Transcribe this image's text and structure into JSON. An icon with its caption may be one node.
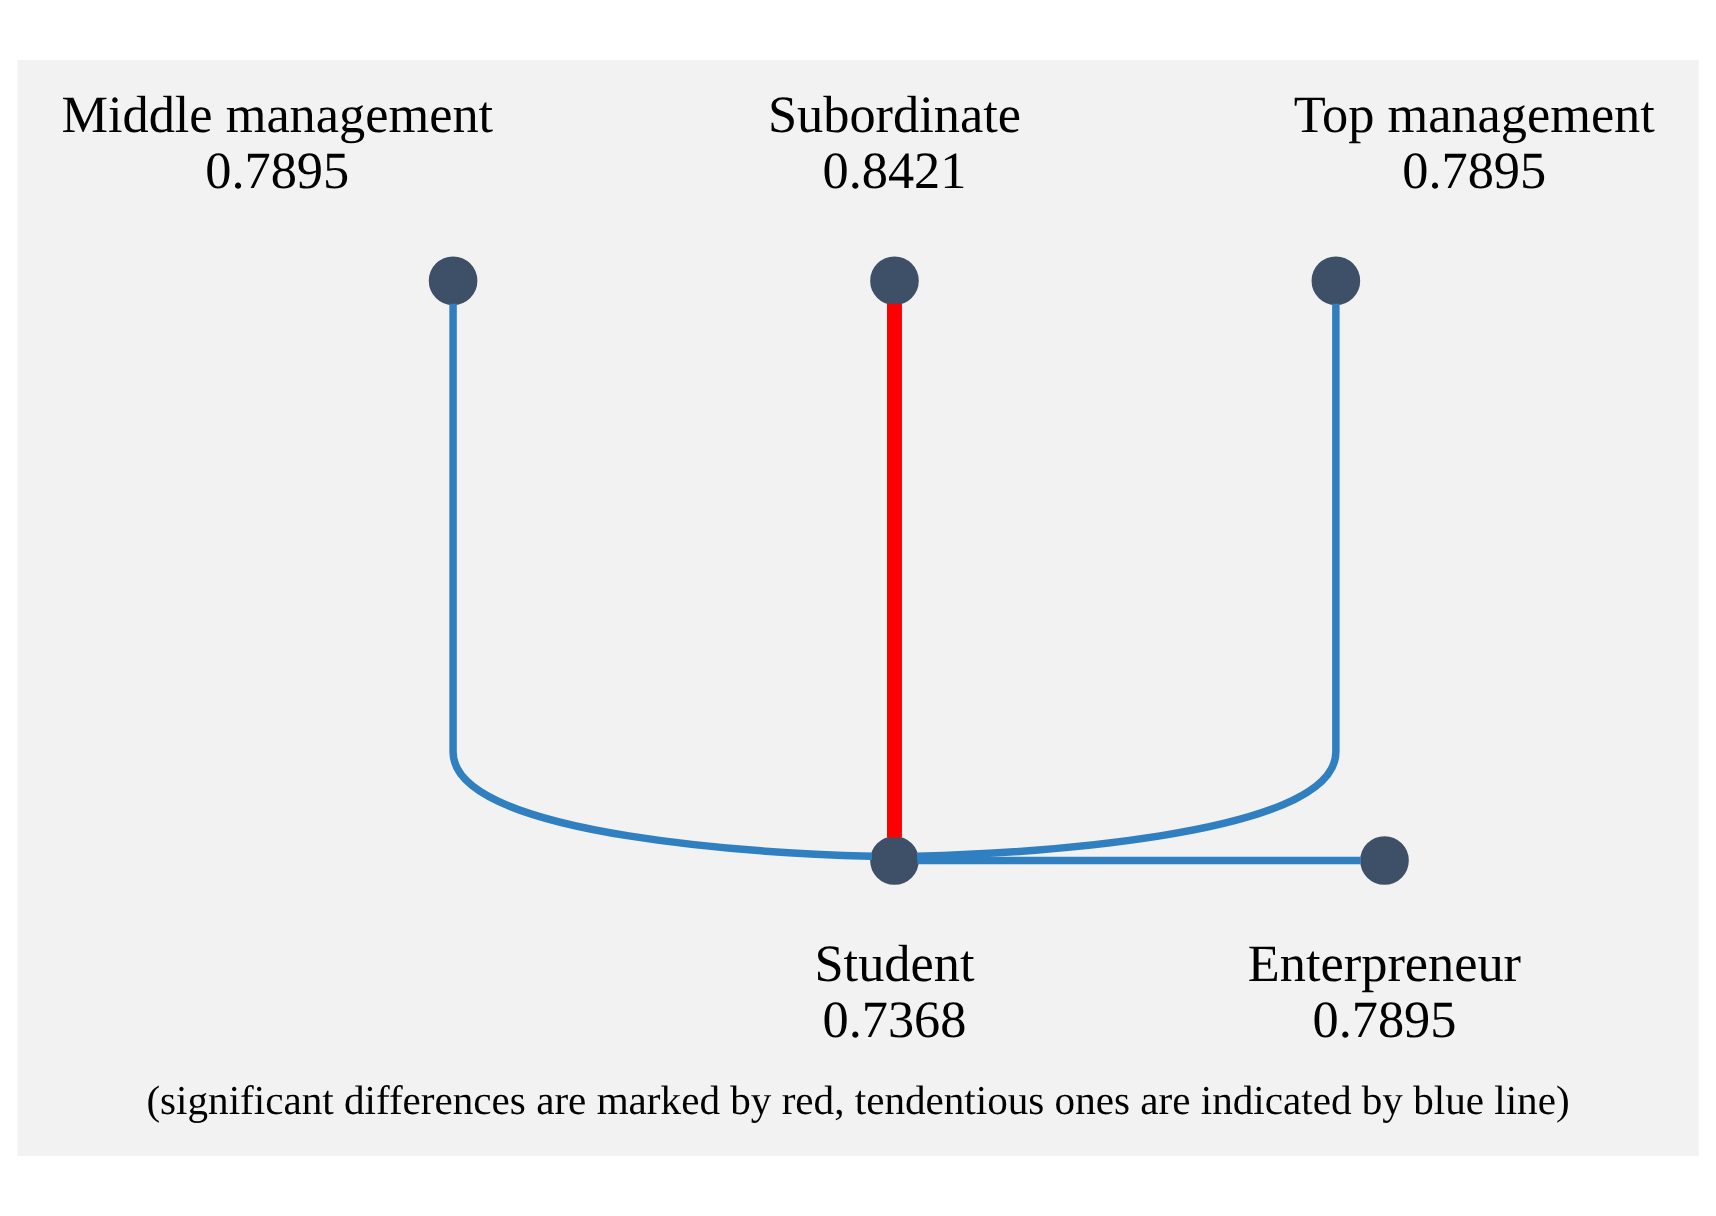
{
  "diagram": {
    "caption": "(significant differences are marked by red, tendentious ones are indicated by blue line)",
    "nodes": [
      {
        "text": [],
        "shape": "circle",
        "beside": [
          "Subordinate",
          "0.8421"
        ]
      },
      {
        "text": [],
        "shape": "circle",
        "beside": [
          "Middle management",
          "0.7895"
        ]
      },
      {
        "text": [],
        "shape": "circle",
        "beside": [
          "Top management",
          "0.7895"
        ]
      },
      {
        "text": [],
        "shape": "circle",
        "beside": [
          "Enterpreneur",
          "0.7895"
        ]
      },
      {
        "text": [],
        "shape": "circle",
        "beside": [
          "Student",
          "0.7368"
        ]
      }
    ],
    "edges": [
      {
        "from": 0,
        "to": 4,
        "arrow": "none",
        "style": "thick",
        "color": "#ff0000"
      },
      {
        "from": 1,
        "to": 4,
        "arrow": "none"
      },
      {
        "from": 2,
        "to": 4,
        "arrow": "none"
      },
      {
        "from": 3,
        "to": 4,
        "arrow": "none"
      }
    ]
  }
}
